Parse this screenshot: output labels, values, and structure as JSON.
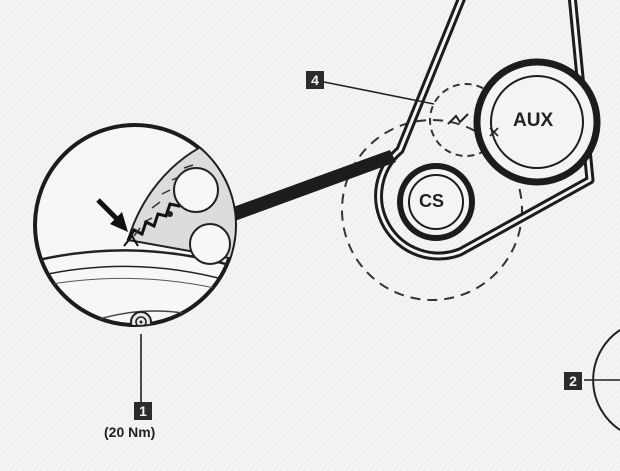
{
  "callouts": {
    "c1": "1",
    "c2": "2",
    "c4": "4"
  },
  "pulleys": {
    "aux": "AUX",
    "cs": "CS"
  },
  "torque_spec": "(20 Nm)",
  "icons": [
    "arrow-icon",
    "bolt-icon"
  ],
  "colors": {
    "line": "#222222",
    "background": "#f4f4f2"
  }
}
